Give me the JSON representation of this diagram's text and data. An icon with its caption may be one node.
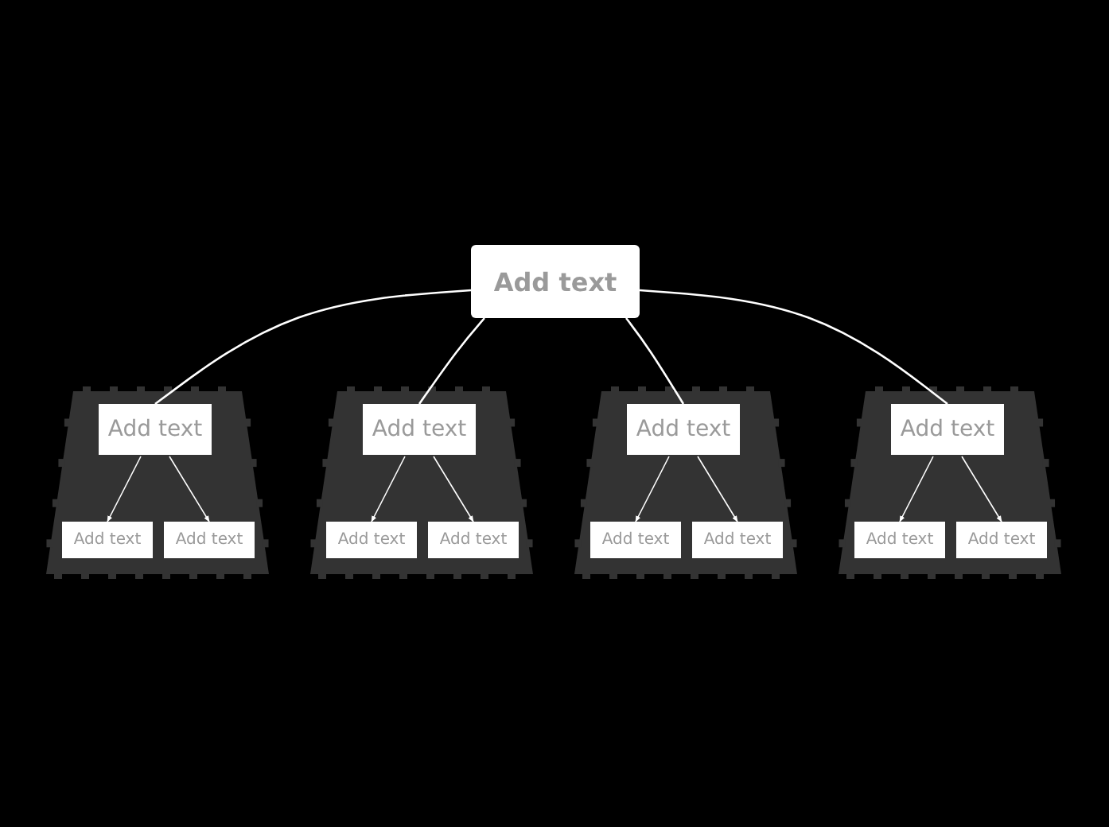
{
  "diagram": {
    "nodes": [
      {
        "text": [
          "Add text"
        ]
      },
      {
        "text": [],
        "shape": "trapezoid"
      },
      {
        "text": [
          "Add text"
        ],
        "in": 1
      },
      {
        "text": [
          "Add text"
        ],
        "in": 1
      },
      {
        "text": [
          "Add text"
        ],
        "in": 1
      },
      {
        "text": [],
        "shape": "trapezoid"
      },
      {
        "text": [
          "Add text"
        ],
        "in": 5
      },
      {
        "text": [
          "Add text"
        ],
        "in": 5
      },
      {
        "text": [
          "Add text"
        ],
        "in": 5
      },
      {
        "text": [],
        "shape": "trapezoid"
      },
      {
        "text": [
          "Add text"
        ],
        "in": 9
      },
      {
        "text": [
          "Add text"
        ],
        "in": 9
      },
      {
        "text": [
          "Add text"
        ],
        "in": 9
      },
      {
        "text": [],
        "shape": "trapezoid"
      },
      {
        "text": [
          "Add text"
        ],
        "in": 13
      },
      {
        "text": [
          "Add text"
        ],
        "in": 13
      },
      {
        "text": [
          "Add text"
        ],
        "in": 13
      }
    ],
    "edges": [
      {
        "from": 0,
        "to": 2,
        "arrow": "none"
      },
      {
        "from": 0,
        "to": 6,
        "arrow": "none"
      },
      {
        "from": 0,
        "to": 10,
        "arrow": "none"
      },
      {
        "from": 0,
        "to": 14,
        "arrow": "none"
      },
      {
        "from": 2,
        "to": 3,
        "arrow": "to"
      },
      {
        "from": 2,
        "to": 4,
        "arrow": "to"
      },
      {
        "from": 6,
        "to": 7,
        "arrow": "to"
      },
      {
        "from": 6,
        "to": 8,
        "arrow": "to"
      },
      {
        "from": 10,
        "to": 11,
        "arrow": "to"
      },
      {
        "from": 10,
        "to": 12,
        "arrow": "to"
      },
      {
        "from": 14,
        "to": 15,
        "arrow": "to"
      },
      {
        "from": 14,
        "to": 16,
        "arrow": "to"
      }
    ]
  }
}
